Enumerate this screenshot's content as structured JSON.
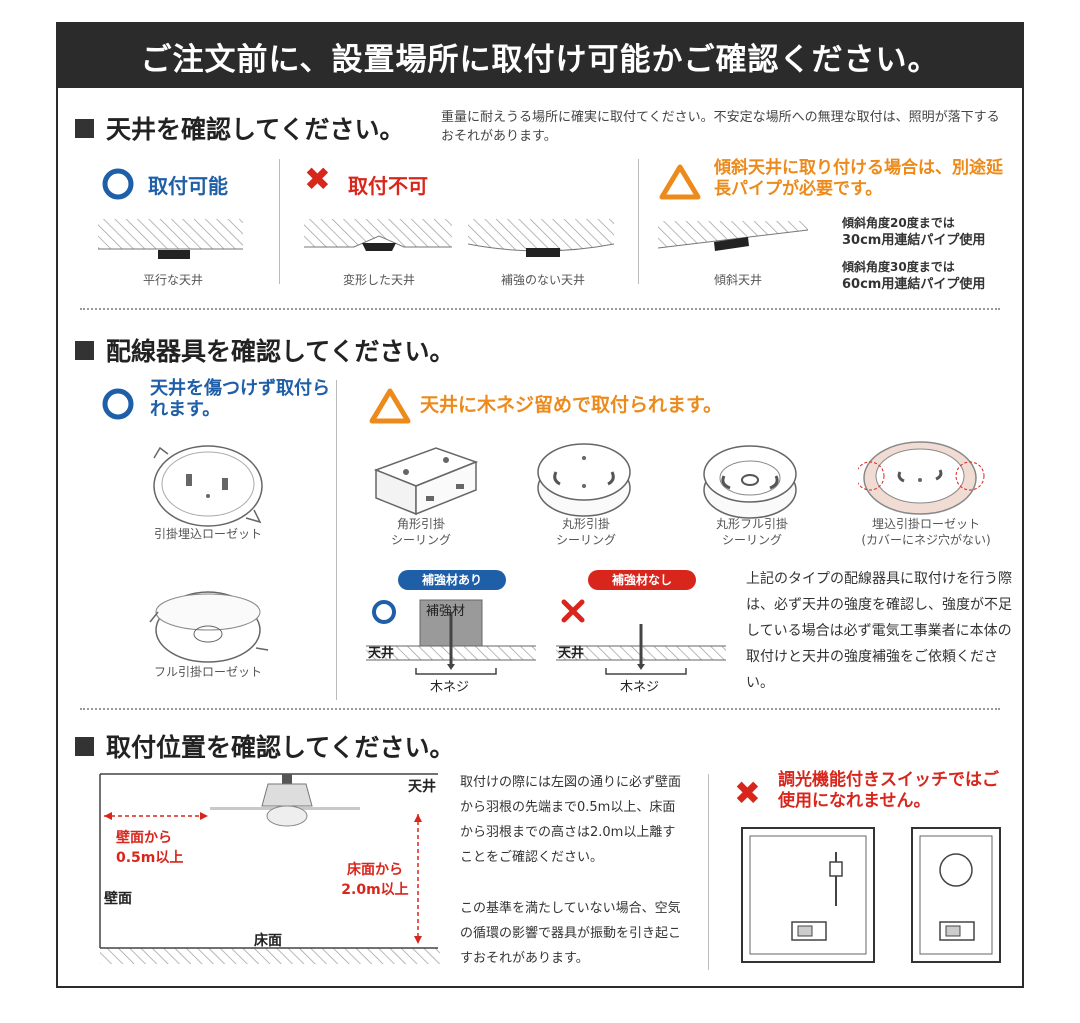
{
  "header": {
    "title": "ご注文前に、設置場所に取付け可能かご確認ください。"
  },
  "ceiling": {
    "title": "天井を確認してください。",
    "note": "重量に耐えうる場所に確実に取付てください。不安定な場所への無理な取付は、照明が落下するおそれがあります。",
    "ok_label": "取付可能",
    "ng_label": "取付不可",
    "slope_heading": "傾斜天井に取り付ける場合は、別途延長パイプが必要です。",
    "flat": "平行な天井",
    "deformed": "変形した天井",
    "unreinforced": "補強のない天井",
    "slope": "傾斜天井",
    "slope20_a": "傾斜角度20度までは",
    "slope20_b": "30cm用連結パイプ使用",
    "slope30_a": "傾斜角度30度までは",
    "slope30_b": "60cm用連結パイプ使用"
  },
  "wiring": {
    "title": "配線器具を確認してください。",
    "ok_heading": "天井を傷つけず取付られます。",
    "tri_heading": "天井に木ネジ留めで取付られます。",
    "rosette_embed": "引掛埋込ローゼット",
    "rosette_full": "フル引掛ローゼット",
    "square_a": "角形引掛",
    "square_b": "シーリング",
    "round_a": "丸形引掛",
    "round_b": "シーリング",
    "roundfull_a": "丸形フル引掛",
    "roundfull_b": "シーリング",
    "embed_a": "埋込引掛ローゼット",
    "embed_b": "(カバーにネジ穴がない)",
    "reinforce_yes": "補強材あり",
    "reinforce_no": "補強材なし",
    "reinforce_material": "補強材",
    "ceiling": "天井",
    "screw": "木ネジ",
    "caution": "上記のタイプの配線器具に取付けを行う際は、必ず天井の強度を確認し、強度が不足している場合は必ず電気工事業者に本体の取付けと天井の強度補強をご依頼ください。"
  },
  "position": {
    "title": "取付位置を確認してください。",
    "ceiling": "天井",
    "wall_dist": "壁面から 0.5m以上",
    "floor_dist": "床面から 2.0m以上",
    "wall": "壁面",
    "floor": "床面",
    "text1": "取付けの際には左図の通りに必ず壁面から羽根の先端まで0.5m以上、床面から羽根までの高さは2.0m以上離すことをご確認ください。",
    "text2": "この基準を満たしていない場合、空気の循環の影響で器具が振動を引き起こすおそれがあります。",
    "dimmer_warning": "調光機能付きスイッチではご使用になれません。"
  },
  "colors": {
    "ok": "#1f5fa8",
    "ng": "#d9261c",
    "triangle": "#ec8a1c",
    "banner": "#2b2b2b"
  }
}
